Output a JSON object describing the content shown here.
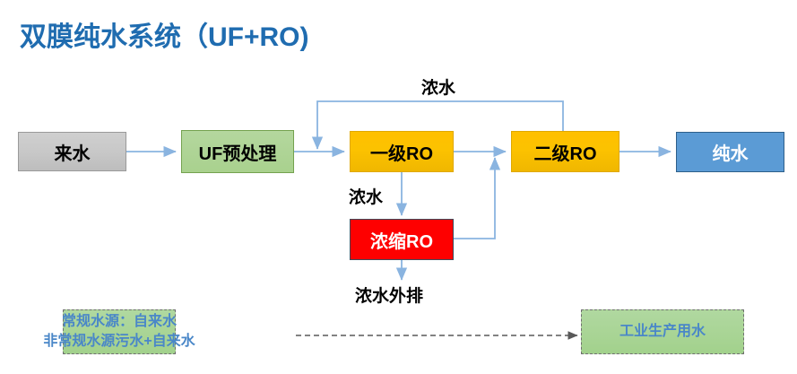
{
  "title": "双膜纯水系统（UF+RO)",
  "theme": {
    "title_color": "#1f6cb0",
    "arrow_color": "#8ab4e0",
    "dashed_arrow_color": "#595959",
    "source_fill": "#c8c8c8",
    "uf_fill": "#a9d18e",
    "ro_fill": "#ffc000",
    "concentrate_fill": "#fe0000",
    "pure_fill": "#5b9bd5",
    "green_box_fill": "#a8d494",
    "green_box_text": "#4a87c8"
  },
  "nodes": {
    "source": {
      "label": "来水"
    },
    "uf": {
      "label": "UF预处理"
    },
    "ro1": {
      "label": "一级RO"
    },
    "ro2": {
      "label": "二级RO"
    },
    "pure": {
      "label": "纯水"
    },
    "concentrate_ro": {
      "label": "浓缩RO"
    },
    "water_sources": {
      "line1": "常规水源：自来水",
      "line2": "非常规水源污水+自来水"
    },
    "industrial_use": {
      "label": "工业生产用水"
    }
  },
  "edge_labels": {
    "top_concentrate": "浓水",
    "mid_concentrate": "浓水",
    "discharge": "浓水外排"
  }
}
